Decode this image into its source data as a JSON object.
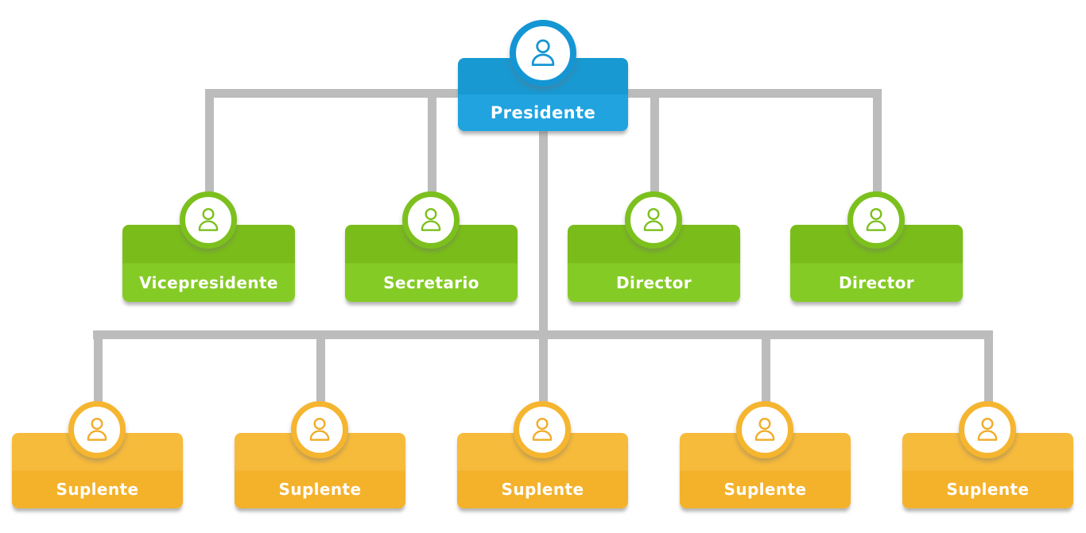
{
  "diagram": {
    "type": "organization-chart",
    "background_color": "#ffffff",
    "connector_color": "#bcbcbc",
    "levels": [
      {
        "name": "president-level",
        "box_color_top": "#1899d2",
        "box_color_bottom": "#20a3df",
        "nodes": [
          {
            "label": "Presidente",
            "icon": "person-icon"
          }
        ]
      },
      {
        "name": "officers-level",
        "box_color_top": "#7abd1a",
        "box_color_bottom": "#85cb26",
        "nodes": [
          {
            "label": "Vicepresidente",
            "icon": "person-icon"
          },
          {
            "label": "Secretario",
            "icon": "person-icon"
          },
          {
            "label": "Director",
            "icon": "person-icon"
          },
          {
            "label": "Director",
            "icon": "person-icon"
          }
        ]
      },
      {
        "name": "substitutes-level",
        "box_color_top": "#f7bb3c",
        "box_color_bottom": "#f4b22b",
        "nodes": [
          {
            "label": "Suplente",
            "icon": "person-icon"
          },
          {
            "label": "Suplente",
            "icon": "person-icon"
          },
          {
            "label": "Suplente",
            "icon": "person-icon"
          },
          {
            "label": "Suplente",
            "icon": "person-icon"
          },
          {
            "label": "Suplente",
            "icon": "person-icon"
          }
        ]
      }
    ]
  }
}
